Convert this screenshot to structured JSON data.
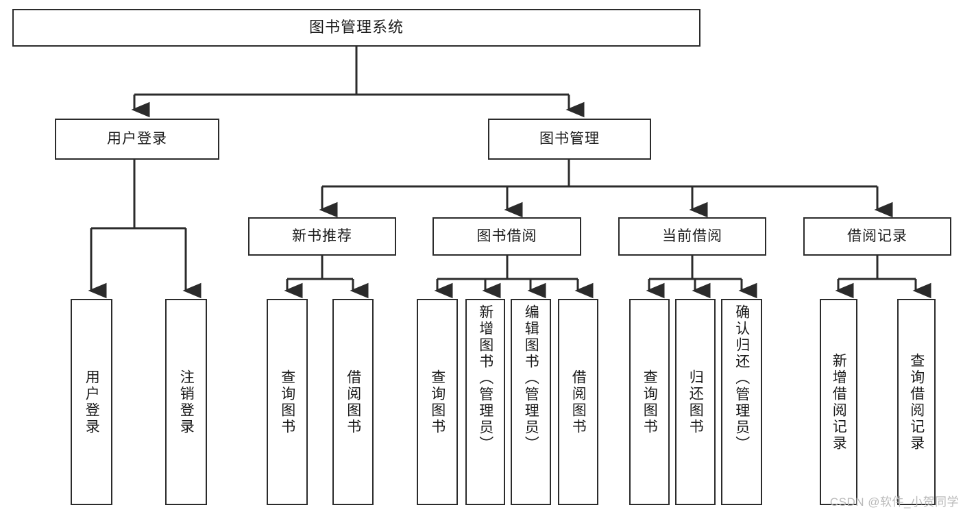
{
  "diagram": {
    "title": "图书管理系统",
    "type": "tree",
    "orientation": "top-down",
    "colors": {
      "box_border": "#2b2b2b",
      "box_fill": "#ffffff",
      "connector": "#2b2b2b",
      "text": "#1a1a1a",
      "watermark": "#b9b9b9"
    },
    "nodes": {
      "root": {
        "label": "图书管理系统"
      },
      "level2": [
        {
          "id": "user-login",
          "label": "用户登录"
        },
        {
          "id": "book-management",
          "label": "图书管理"
        }
      ],
      "level3": [
        {
          "id": "new-book-recommend",
          "label": "新书推荐"
        },
        {
          "id": "book-borrow",
          "label": "图书借阅"
        },
        {
          "id": "current-borrow",
          "label": "当前借阅"
        },
        {
          "id": "borrow-record",
          "label": "借阅记录"
        }
      ],
      "leaves": {
        "user_login": [
          {
            "id": "leaf-user-login",
            "label": "用户登录"
          },
          {
            "id": "leaf-logout-login",
            "label": "注销登录"
          }
        ],
        "new_book_recommend": [
          {
            "id": "leaf-query-book-1",
            "label": "查询图书"
          },
          {
            "id": "leaf-borrow-book-1",
            "label": "借阅图书"
          }
        ],
        "book_borrow": [
          {
            "id": "leaf-query-book-2",
            "label": "查询图书"
          },
          {
            "id": "leaf-add-book",
            "label": "新增图书（管理员）"
          },
          {
            "id": "leaf-edit-book",
            "label": "编辑图书（管理员）"
          },
          {
            "id": "leaf-borrow-book-2",
            "label": "借阅图书"
          }
        ],
        "current_borrow": [
          {
            "id": "leaf-query-book-3",
            "label": "查询图书"
          },
          {
            "id": "leaf-return-book",
            "label": "归还图书"
          },
          {
            "id": "leaf-confirm-return",
            "label": "确认归还（管理员）"
          }
        ],
        "borrow_record": [
          {
            "id": "leaf-add-record",
            "label": "新增借阅记录"
          },
          {
            "id": "leaf-query-record",
            "label": "查询借阅记录"
          }
        ]
      }
    },
    "watermark": "CSDN @软件_小贺同学"
  }
}
